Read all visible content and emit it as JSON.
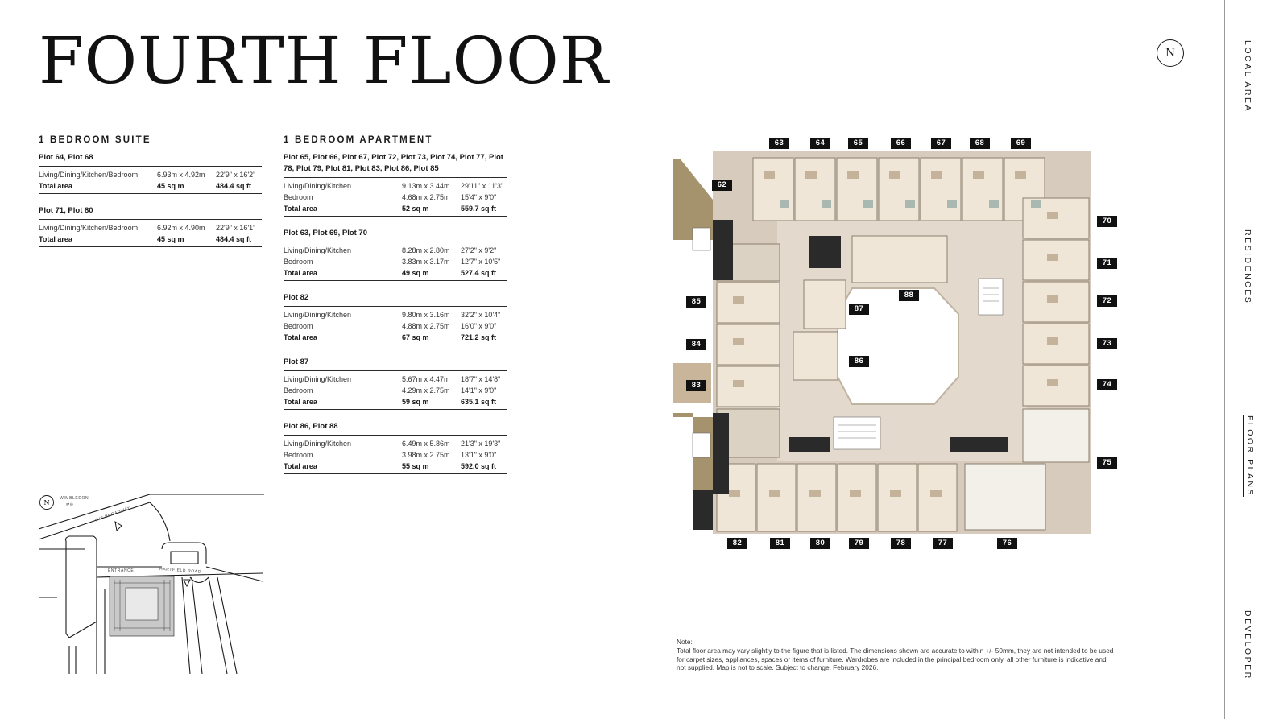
{
  "page_title": "FOURTH FLOOR",
  "compass": {
    "letter": "N"
  },
  "sidebar": {
    "items": [
      {
        "label": "LOCAL AREA",
        "active": false
      },
      {
        "label": "RESIDENCES",
        "active": false
      },
      {
        "label": "FLOOR PLANS",
        "active": true
      },
      {
        "label": "DEVELOPER",
        "active": false
      }
    ]
  },
  "suite": {
    "heading": "1 BEDROOM SUITE",
    "plots": [
      {
        "title": "Plot 64, Plot 68",
        "rows": [
          {
            "room": "Living/Dining/Kitchen/Bedroom",
            "metric": "6.93m x 4.92m",
            "imperial": "22'9\" x 16'2\""
          },
          {
            "room": "Total area",
            "metric": "45 sq m",
            "imperial": "484.4 sq ft",
            "total": true
          }
        ]
      },
      {
        "title": "Plot 71, Plot 80",
        "rows": [
          {
            "room": "Living/Dining/Kitchen/Bedroom",
            "metric": "6.92m x 4.90m",
            "imperial": "22'9\" x 16'1\""
          },
          {
            "room": "Total area",
            "metric": "45 sq m",
            "imperial": "484.4 sq ft",
            "total": true
          }
        ]
      }
    ]
  },
  "apartment": {
    "heading": "1 BEDROOM APARTMENT",
    "plots": [
      {
        "title": "Plot 65, Plot 66, Plot 67, Plot 72, Plot 73, Plot 74, Plot 77, Plot 78, Plot 79, Plot 81, Plot 83, Plot 86, Plot 85",
        "rows": [
          {
            "room": "Living/Dining/Kitchen",
            "metric": "9.13m x 3.44m",
            "imperial": "29'11\" x 11'3\""
          },
          {
            "room": "Bedroom",
            "metric": "4.68m x 2.75m",
            "imperial": "15'4\" x 9'0\""
          },
          {
            "room": "Total area",
            "metric": "52 sq m",
            "imperial": "559.7 sq ft",
            "total": true
          }
        ]
      },
      {
        "title": "Plot 63, Plot 69, Plot 70",
        "rows": [
          {
            "room": "Living/Dining/Kitchen",
            "metric": "8.28m x 2.80m",
            "imperial": "27'2\" x 9'2\""
          },
          {
            "room": "Bedroom",
            "metric": "3.83m x 3.17m",
            "imperial": "12'7\" x 10'5\""
          },
          {
            "room": "Total area",
            "metric": "49 sq m",
            "imperial": "527.4 sq ft",
            "total": true
          }
        ]
      },
      {
        "title": "Plot 82",
        "rows": [
          {
            "room": "Living/Dining/Kitchen",
            "metric": "9.80m x 3.16m",
            "imperial": "32'2\" x 10'4\""
          },
          {
            "room": "Bedroom",
            "metric": "4.88m x 2.75m",
            "imperial": "16'0\" x 9'0\""
          },
          {
            "room": "Total area",
            "metric": "67 sq m",
            "imperial": "721.2 sq ft",
            "total": true
          }
        ]
      },
      {
        "title": "Plot 87",
        "rows": [
          {
            "room": "Living/Dining/Kitchen",
            "metric": "5.67m x 4.47m",
            "imperial": "18'7\" x 14'8\""
          },
          {
            "room": "Bedroom",
            "metric": "4.29m x 2.75m",
            "imperial": "14'1\" x 9'0\""
          },
          {
            "room": "Total area",
            "metric": "59 sq m",
            "imperial": "635.1 sq ft",
            "total": true
          }
        ]
      },
      {
        "title": "Plot 86, Plot 88",
        "rows": [
          {
            "room": "Living/Dining/Kitchen",
            "metric": "6.49m x 5.86m",
            "imperial": "21'3\" x 19'3\""
          },
          {
            "room": "Bedroom",
            "metric": "3.98m x 2.75m",
            "imperial": "13'1\" x 9'0\""
          },
          {
            "room": "Total area",
            "metric": "55 sq m",
            "imperial": "592.0 sq ft",
            "total": true
          }
        ]
      }
    ]
  },
  "plan_labels": {
    "top": [
      "63",
      "64",
      "65",
      "66",
      "67",
      "68",
      "69"
    ],
    "right": [
      "70",
      "71",
      "72",
      "73",
      "74",
      "75"
    ],
    "bottom": [
      "82",
      "81",
      "80",
      "79",
      "78",
      "77",
      "76"
    ],
    "left": [
      "62",
      "85",
      "84",
      "83"
    ],
    "inner": [
      "88",
      "87",
      "86"
    ]
  },
  "location_map": {
    "compass_letter": "N",
    "station": "WIMBLEDON",
    "station_symbol": "⇌⊖",
    "road_1": "THE BROADWAY",
    "road_2": "HARTFIELD ROAD",
    "entrance": "ENTRANCE"
  },
  "note": {
    "heading": "Note:",
    "text": "Total floor area may vary slightly to the figure that is listed. The dimensions shown are accurate to within +/- 50mm, they are not intended to be used for carpet sizes, appliances, spaces or items of furniture. Wardrobes are included in the principal bedroom only, all other furniture is indicative and not supplied. Map is not to scale. Subject to change. February 2026."
  },
  "colors": {
    "floor_beige": "#e3d9cc",
    "corridor": "#d6cbbd",
    "wall_dark": "#2a2a2a",
    "bronze_frame": "#a5936d",
    "unit_floor": "#efe6d8",
    "courtyard": "#ffffff",
    "label_bg": "#111111"
  }
}
